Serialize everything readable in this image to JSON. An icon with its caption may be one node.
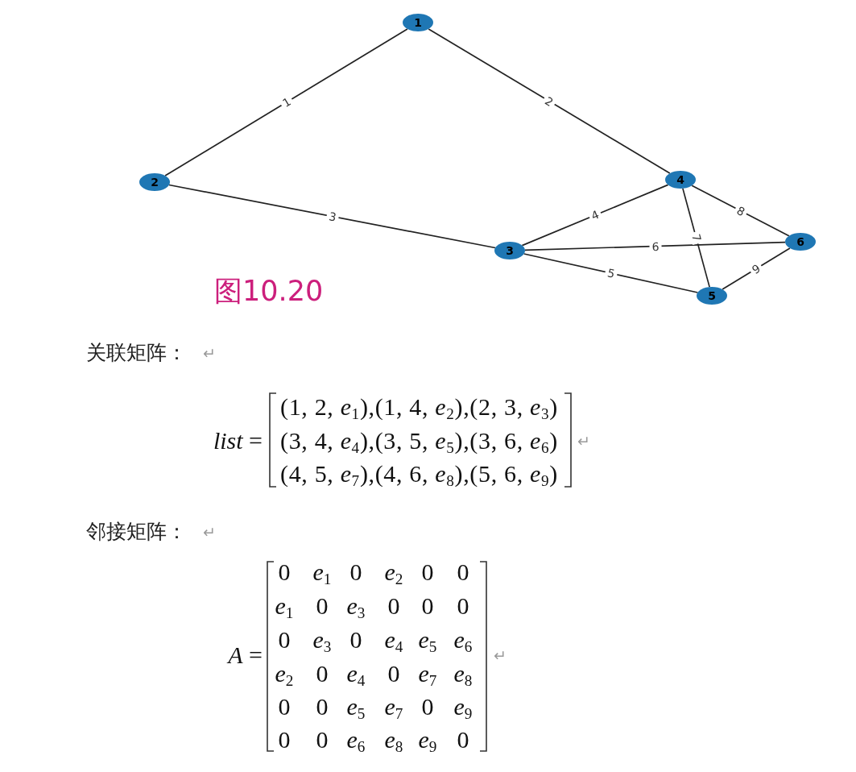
{
  "diagram": {
    "caption": "图10.20",
    "nodes": [
      {
        "text": [
          "1"
        ]
      },
      {
        "text": [
          "2"
        ]
      },
      {
        "text": [
          "3"
        ]
      },
      {
        "text": [
          "4"
        ]
      },
      {
        "text": [
          "5"
        ]
      },
      {
        "text": [
          "6"
        ]
      }
    ],
    "edges": [
      {
        "from": 0,
        "to": 1,
        "arrow": "none",
        "label": "1"
      },
      {
        "from": 0,
        "to": 3,
        "arrow": "none",
        "label": "2"
      },
      {
        "from": 1,
        "to": 2,
        "arrow": "none",
        "label": "3"
      },
      {
        "from": 2,
        "to": 3,
        "arrow": "none",
        "label": "4"
      },
      {
        "from": 2,
        "to": 4,
        "arrow": "none",
        "label": "5"
      },
      {
        "from": 2,
        "to": 5,
        "arrow": "none",
        "label": "6"
      },
      {
        "from": 3,
        "to": 4,
        "arrow": "none",
        "label": "7"
      },
      {
        "from": 3,
        "to": 5,
        "arrow": "none",
        "label": "8"
      },
      {
        "from": 4,
        "to": 5,
        "arrow": "none",
        "label": "9"
      }
    ],
    "labels": [
      "关联矩阵：",
      "↵",
      "*list* =",
      "(1, 2, *e*$_{1}$),(1, 4, *e*$_{2}$),(2, 3, *e*$_{3}$)",
      "(3, 4, *e*$_{4}$),(3, 5, *e*$_{5}$),(3, 6, *e*$_{6}$)",
      "(4, 5, *e*$_{7}$),(4, 6, *e*$_{8}$),(5, 6, *e*$_{9}$)",
      "↵",
      "邻接矩阵：",
      "↵",
      "*A* =",
      "0",
      "*e*$_{1}$",
      "0",
      "*e*$_{2}$",
      "0",
      "0",
      "*e*$_{1}$",
      "0",
      "*e*$_{3}$",
      "0",
      "0",
      "0",
      "0",
      "*e*$_{3}$",
      "0",
      "*e*$_{4}$",
      "*e*$_{5}$",
      "*e*$_{6}$",
      "*e*$_{2}$",
      "0",
      "*e*$_{4}$",
      "0",
      "*e*$_{7}$",
      "*e*$_{8}$",
      "0",
      "0",
      "*e*$_{5}$",
      "*e*$_{7}$",
      "0",
      "*e*$_{9}$",
      "0",
      "0",
      "*e*$_{6}$",
      "*e*$_{8}$",
      "*e*$_{9}$",
      "0",
      "↵"
    ]
  }
}
